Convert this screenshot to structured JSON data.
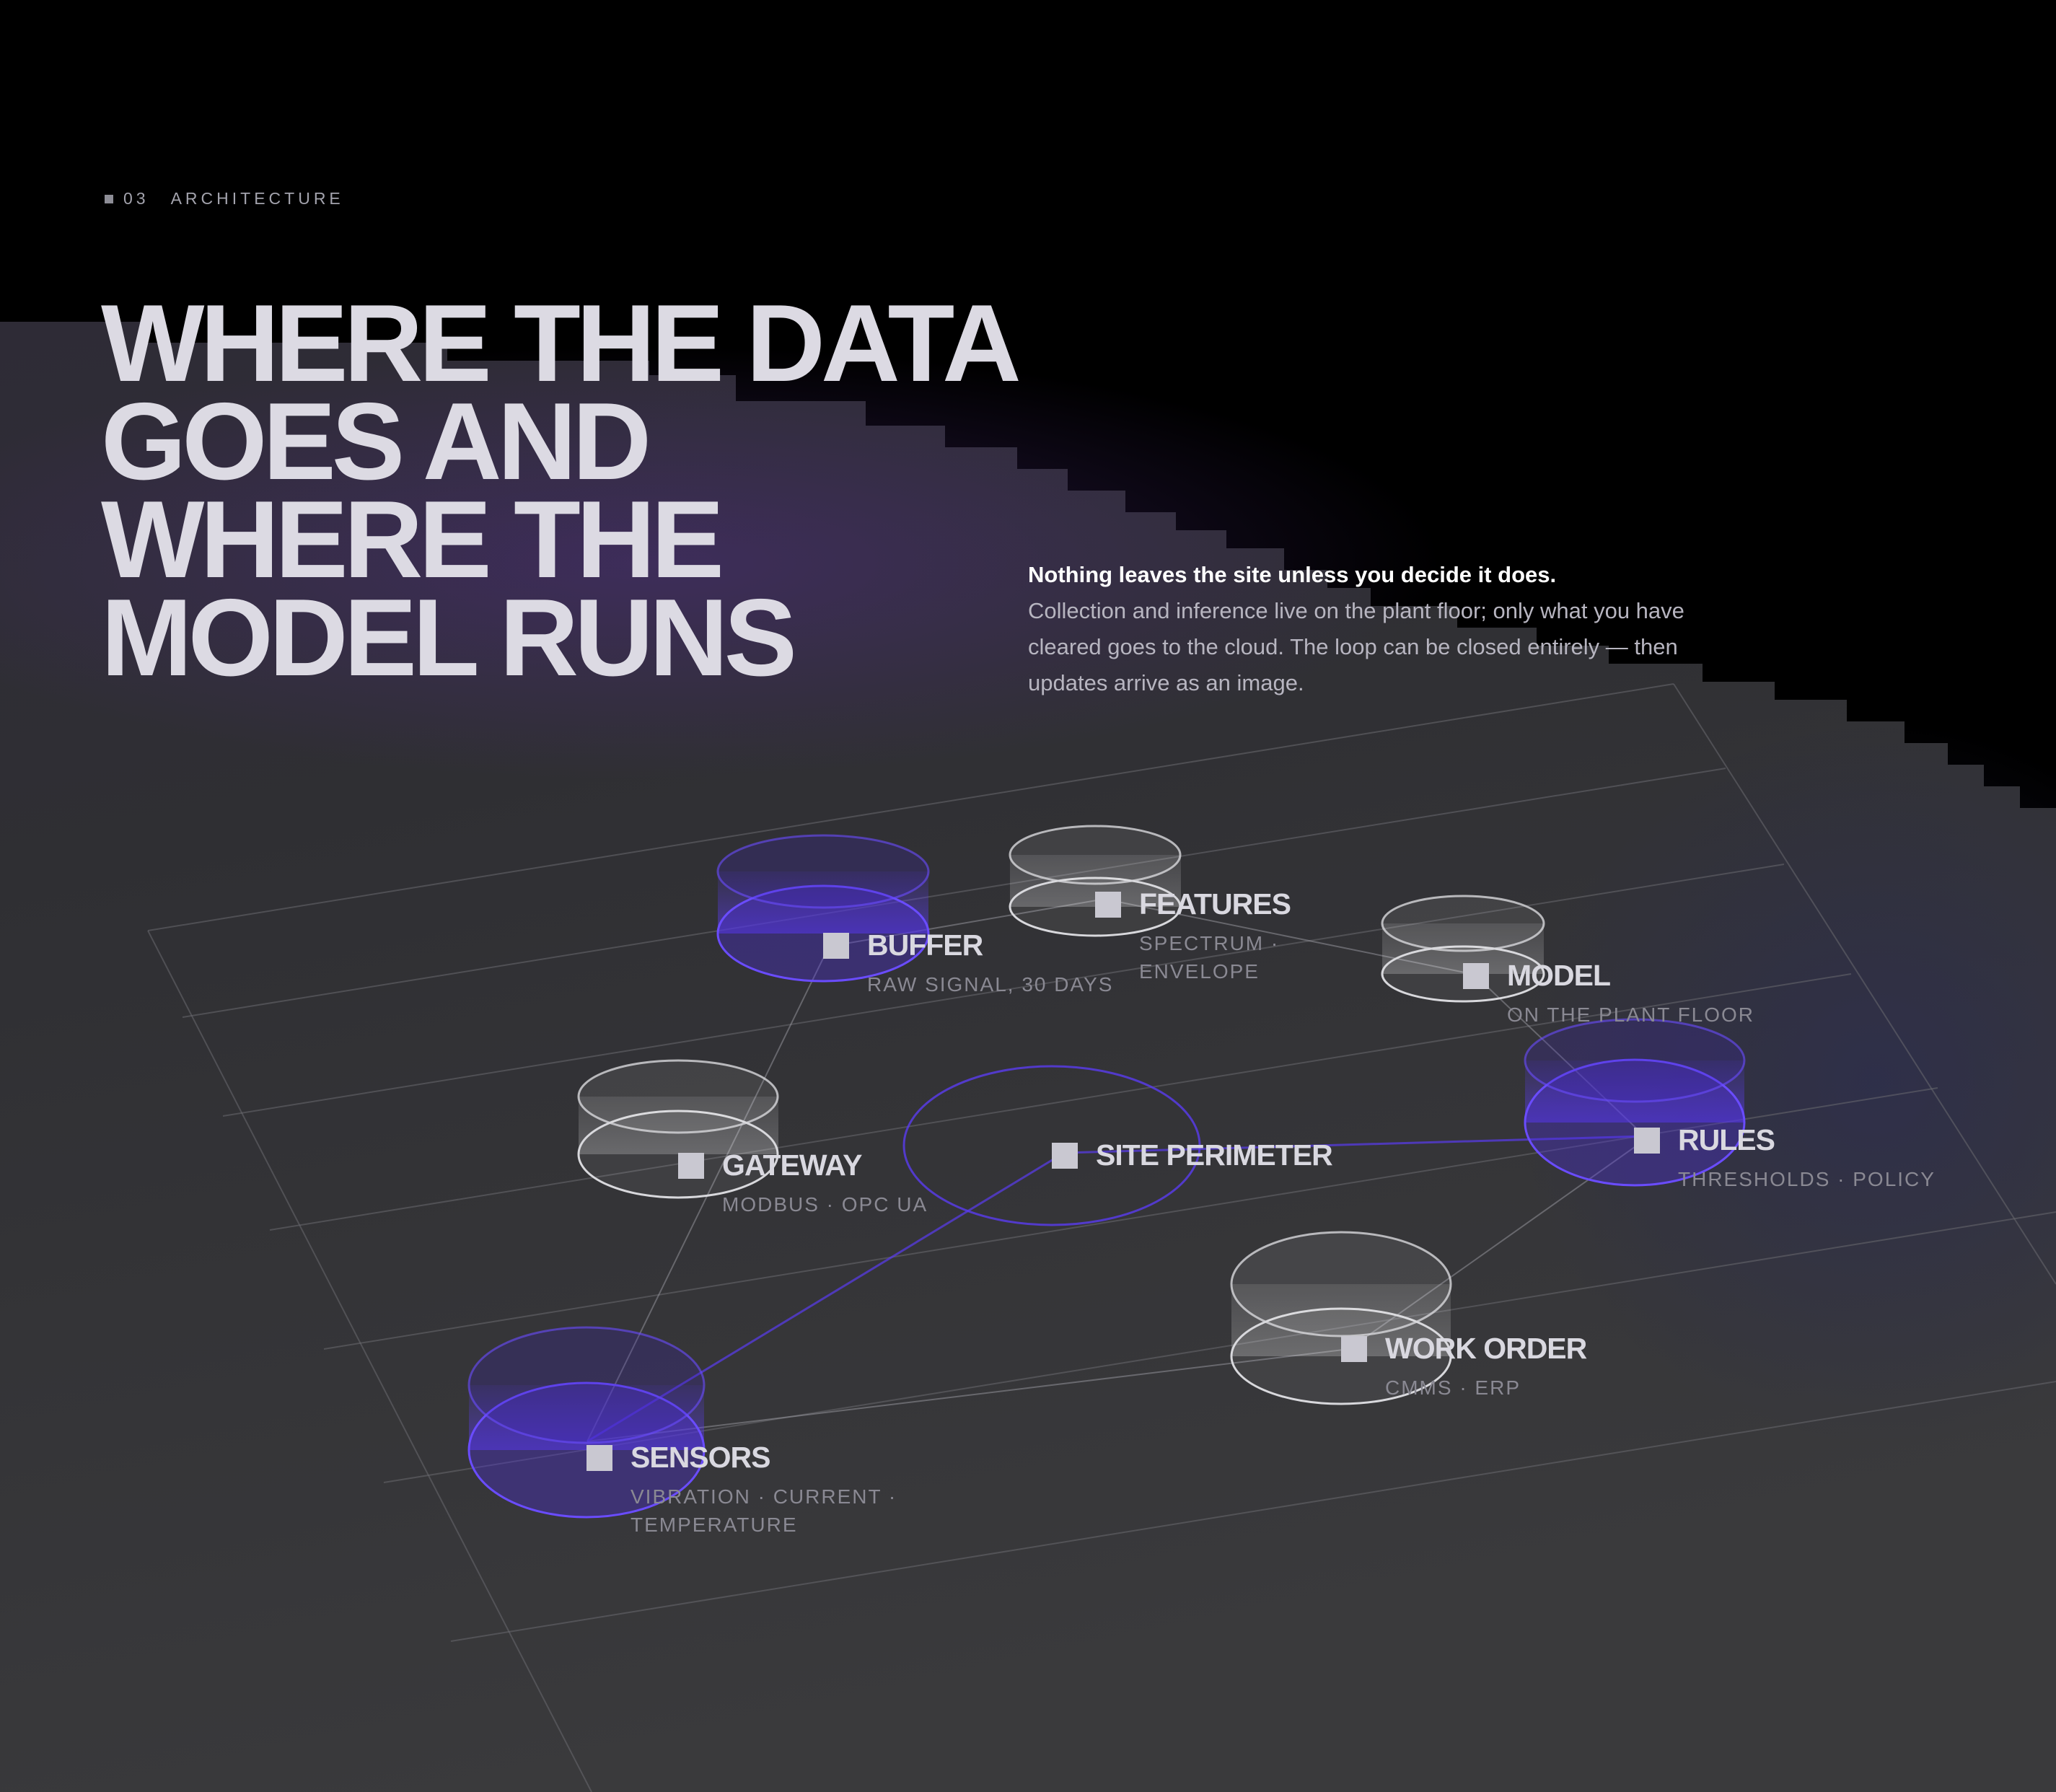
{
  "section": {
    "number": "03",
    "label": "ARCHITECTURE"
  },
  "headline": [
    "WHERE THE DATA",
    "GOES AND",
    "WHERE THE",
    "MODEL RUNS"
  ],
  "intro": {
    "lead": "Nothing leaves the site unless you decide it does.",
    "body": "Collection and inference live on the plant floor; only what you have cleared goes to the cloud. The loop can be closed entirely — then updates arrive as an image."
  },
  "nodes": {
    "buffer": {
      "name": "BUFFER",
      "desc": [
        "RAW SIGNAL, 30 DAYS"
      ],
      "highlight": true
    },
    "features": {
      "name": "FEATURES",
      "desc": [
        "SPECTRUM ·",
        "ENVELOPE"
      ],
      "highlight": false
    },
    "model": {
      "name": "MODEL",
      "desc": [
        "ON THE PLANT FLOOR"
      ],
      "highlight": false
    },
    "gateway": {
      "name": "GATEWAY",
      "desc": [
        "MODBUS · OPC UA"
      ],
      "highlight": false
    },
    "perimeter": {
      "name": "SITE PERIMETER"
    },
    "rules": {
      "name": "RULES",
      "desc": [
        "THRESHOLDS · POLICY"
      ],
      "highlight": true
    },
    "work_order": {
      "name": "WORK ORDER",
      "desc": [
        "CMMS · ERP"
      ],
      "highlight": false
    },
    "sensors": {
      "name": "SENSORS",
      "desc": [
        "VIBRATION · CURRENT ·",
        "TEMPERATURE"
      ],
      "highlight": true
    }
  },
  "colors": {
    "accent": "#5a3cf0",
    "background": "#000000",
    "text": "#dcdae3"
  }
}
